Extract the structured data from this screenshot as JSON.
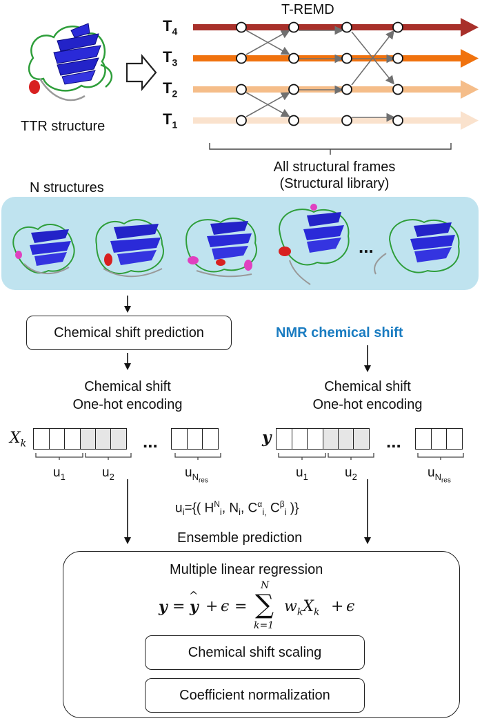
{
  "remd": {
    "title": "T-REMD",
    "temperatures": [
      {
        "base": "T",
        "sub": "4",
        "color": "#a8302a"
      },
      {
        "base": "T",
        "sub": "3",
        "color": "#f0720e"
      },
      {
        "base": "T",
        "sub": "2",
        "color": "#f5bd89"
      },
      {
        "base": "T",
        "sub": "1",
        "color": "#fae2cd"
      }
    ],
    "library_line1": "All structural frames",
    "library_line2": "(Structural library)"
  },
  "ttr_label": "TTR structure",
  "ensemble": {
    "label": "N structures",
    "panel_color": "#bfe3ef",
    "ellipsis": "..."
  },
  "left_branch": {
    "prediction_box": "Chemical shift prediction",
    "encoding_line1": "Chemical shift",
    "encoding_line2": "One-hot encoding",
    "vector_symbol": "X",
    "vector_sub": "k",
    "u1": {
      "base": "u",
      "sub": "1"
    },
    "u2": {
      "base": "u",
      "sub": "2"
    },
    "un": {
      "base": "u",
      "sub": "N",
      "subsub": "res"
    },
    "ellipsis": "..."
  },
  "right_branch": {
    "title": "NMR chemical shift",
    "title_color": "#1a7cc1",
    "encoding_line1": "Chemical shift",
    "encoding_line2": "One-hot encoding",
    "vector_symbol": "y",
    "u1": {
      "base": "u",
      "sub": "1"
    },
    "u2": {
      "base": "u",
      "sub": "2"
    },
    "un": {
      "base": "u",
      "sub": "N",
      "subsub": "res"
    },
    "ellipsis": "..."
  },
  "ui_definition": {
    "lhs": "u",
    "lhs_sub": "i",
    "text_open": "={( H",
    "h_sup": "N",
    "h_sub": "i",
    "n": ", N",
    "n_sub": "i",
    "c": ", C",
    "ca_sup": "α",
    "ca_sub": "i,",
    "c2": " C",
    "cb_sup": "β",
    "cb_sub": "i",
    "text_close": " )}"
  },
  "ensemble_prediction": "Ensemble prediction",
  "regression": {
    "title": "Multiple linear regression",
    "upper": "N",
    "lower": "k=1",
    "scaling_box": "Chemical shift scaling",
    "normalization_box": "Coefficient normalization"
  }
}
